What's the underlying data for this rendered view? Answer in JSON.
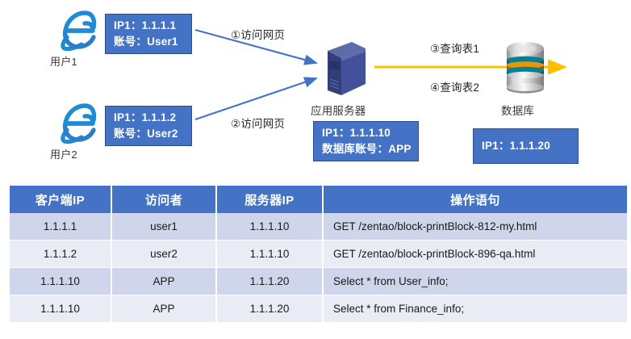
{
  "diagram": {
    "title_hidden": "",
    "users": [
      {
        "icon": "internet-explorer-icon",
        "label": "用户1",
        "info_line1": "IP1：1.1.1.1",
        "info_line2": "账号：User1"
      },
      {
        "icon": "internet-explorer-icon",
        "label": "用户2",
        "info_line1": "IP1：1.1.1.2",
        "info_line2": "账号：User2"
      }
    ],
    "server": {
      "icon": "server-tower-icon",
      "label": "应用服务器",
      "info_line1": "IP1：1.1.1.10",
      "info_line2": "数据库账号：APP"
    },
    "database": {
      "icon": "database-cylinder-icon",
      "label": "数据库",
      "info_line1": "IP1：1.1.1.20"
    },
    "flow_labels": [
      "①访问网页",
      "②访问网页",
      "③查询表1",
      "④查询表2"
    ],
    "colors": {
      "blue_arrow": "#4472C4",
      "orange_arrow": "#FFBF00",
      "box_fill": "#4472C4",
      "box_border": "#2E4E85"
    }
  },
  "table": {
    "headers": [
      "客户端IP",
      "访问者",
      "服务器IP",
      "操作语句"
    ],
    "rows": [
      [
        "1.1.1.1",
        "user1",
        "1.1.1.10",
        "GET  /zentao/block-printBlock-812-my.html"
      ],
      [
        "1.1.1.2",
        "user2",
        "1.1.1.10",
        "GET  /zentao/block-printBlock-896-qa.html"
      ],
      [
        "1.1.1.10",
        "APP",
        "1.1.1.20",
        "Select  *  from  User_info;"
      ],
      [
        "1.1.1.10",
        "APP",
        "1.1.1.20",
        "Select  *  from  Finance_info;"
      ]
    ],
    "header_bg": "#4472C4",
    "row_odd_bg": "#CFD5EA",
    "row_even_bg": "#E9ECF5"
  }
}
